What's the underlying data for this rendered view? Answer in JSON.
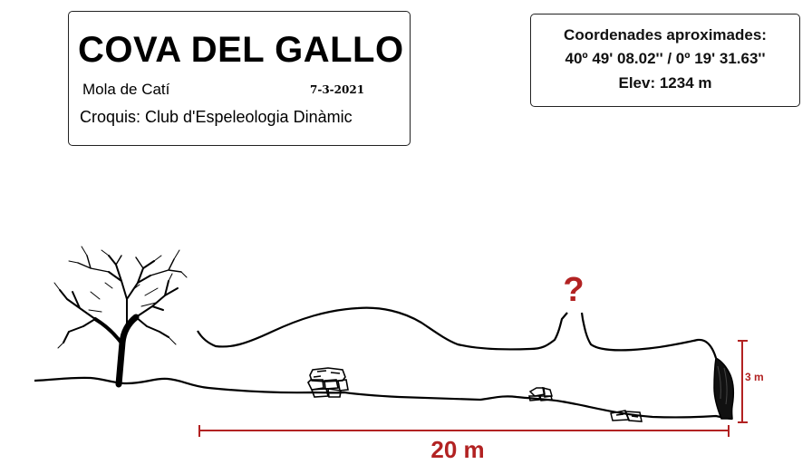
{
  "header": {
    "title": "COVA DEL GALLO",
    "location": "Mola de Catí",
    "date": "7-3-2021",
    "credit": "Croquis: Club d'Espeleologia Dinàmic"
  },
  "coordinates": {
    "heading": "Coordenades aproximades:",
    "latlon": "40º 49' 08.02'' / 0º 19' 31.63''",
    "elevation": "Elev: 1234 m"
  },
  "diagram": {
    "unknown_marker": "?",
    "height_scale_label": "3 m",
    "length_scale_label": "20 m",
    "scale_color": "#b22222",
    "line_color": "#000000"
  }
}
